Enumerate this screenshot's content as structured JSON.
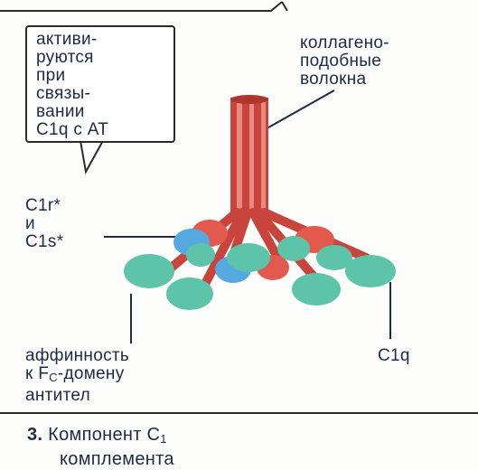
{
  "callout": [
    "активи-",
    "руются",
    "при",
    "связы-",
    "вании",
    "С1q с АТ"
  ],
  "fibers_label": [
    "коллагено-",
    "подобные",
    "волокна"
  ],
  "c1r_c1s": [
    "C1r*",
    "и",
    "C1s*"
  ],
  "affinity": {
    "line1": "аффинность",
    "line2_prefix": "к F",
    "line2_sub": "C",
    "line2_suffix": "-домену",
    "line3": "антител"
  },
  "c1q_label": "C1q",
  "caption": {
    "number": "3.",
    "line1_prefix": "Компонент C",
    "line1_sub": "1",
    "line2": "комплемента"
  },
  "colors": {
    "stalk": "#c9443c",
    "stalk_light": "#e88a80",
    "teal_head": "#5dc3a9",
    "blue_subunit": "#55a9df",
    "red_subunit": "#e25a4e",
    "text": "#1e2a46"
  }
}
